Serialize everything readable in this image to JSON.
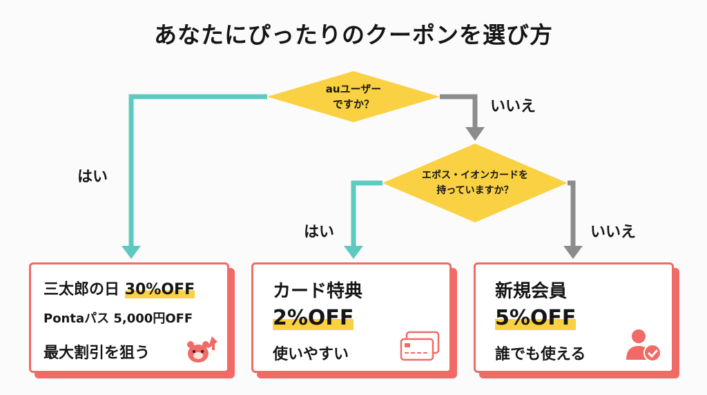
{
  "title": "あなたにぴったりのクーポンを選び方",
  "decisions": [
    {
      "line1": "auユーザー",
      "line2": "ですか？"
    },
    {
      "line1": "エポス・イオンカードを",
      "line2": "持っていますか？"
    }
  ],
  "answers": {
    "yes1": "はい",
    "no1": "いいえ",
    "yes2": "はい",
    "no2": "いいえ"
  },
  "cards": [
    {
      "line1": "三太郎の日",
      "highlight": "30%OFF",
      "line2": "Pontaパス 5,000円OFF",
      "line3": "最大割引を狙う",
      "icon": "bear-mascot-icon"
    },
    {
      "line1": "カード特典",
      "highlight": "2%OFF",
      "line3": "使いやすい",
      "icon": "credit-card-icon"
    },
    {
      "line1": "新規会員",
      "highlight": "5%OFF",
      "line3": "誰でも使える",
      "icon": "user-check-icon"
    }
  ],
  "colors": {
    "yes": "#5ccabf",
    "no": "#8c8c8c",
    "diamond": "#f9d142",
    "card": "#f06a66"
  }
}
